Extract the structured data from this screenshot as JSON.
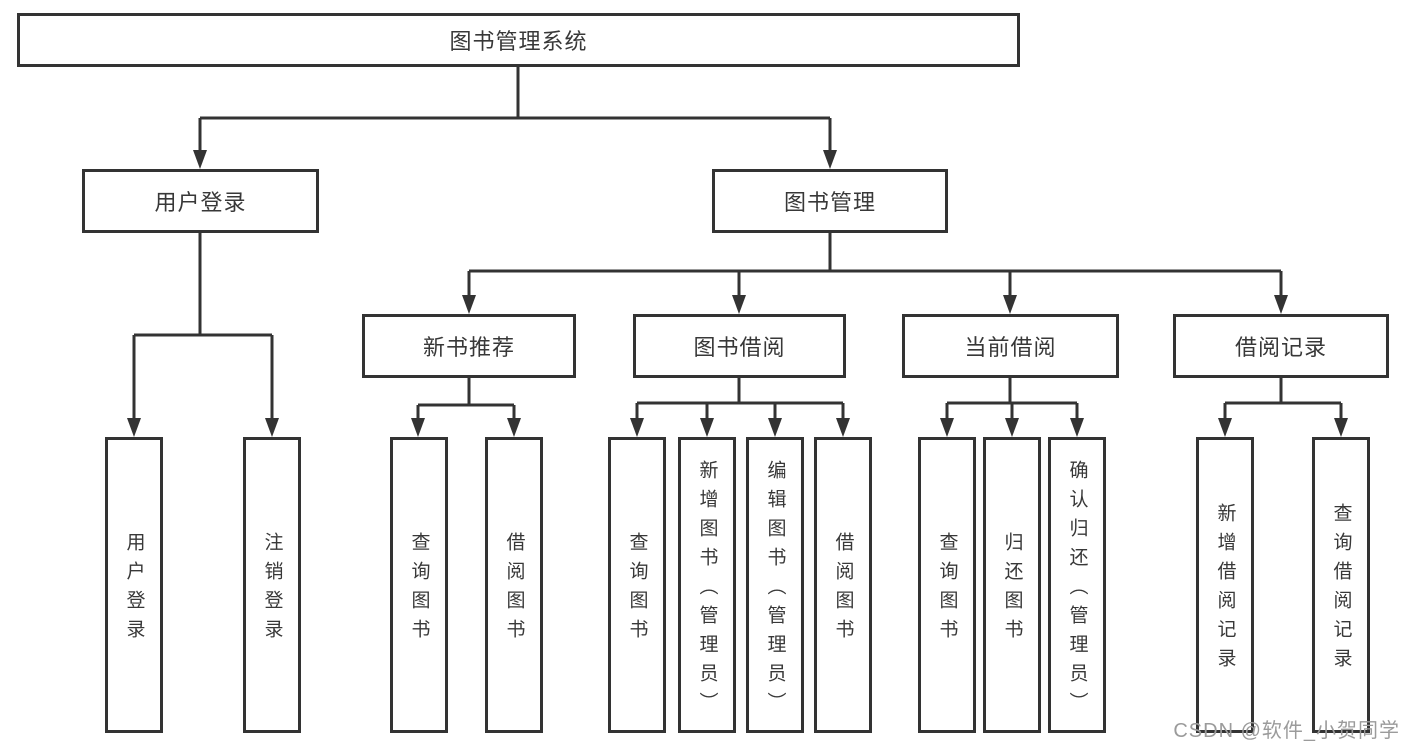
{
  "diagram": {
    "root": {
      "label": "图书管理系统"
    },
    "branches": [
      {
        "label": "用户登录",
        "leaves": [
          {
            "label": "用户登录"
          },
          {
            "label": "注销登录"
          }
        ]
      },
      {
        "label": "图书管理",
        "sections": [
          {
            "label": "新书推荐",
            "leaves": [
              {
                "label": "查询图书"
              },
              {
                "label": "借阅图书"
              }
            ]
          },
          {
            "label": "图书借阅",
            "leaves": [
              {
                "label": "查询图书"
              },
              {
                "label": "新增图书（管理员）"
              },
              {
                "label": "编辑图书（管理员）"
              },
              {
                "label": "借阅图书"
              }
            ]
          },
          {
            "label": "当前借阅",
            "leaves": [
              {
                "label": "查询图书"
              },
              {
                "label": "归还图书"
              },
              {
                "label": "确认归还（管理员）"
              }
            ]
          },
          {
            "label": "借阅记录",
            "leaves": [
              {
                "label": "新增借阅记录"
              },
              {
                "label": "查询借阅记录"
              }
            ]
          }
        ]
      }
    ]
  },
  "watermark": {
    "text": "CSDN @软件_小贺同学"
  },
  "colors": {
    "line": "#333333",
    "box_border": "#333333",
    "text": "#383838",
    "watermark": "#9b9b9b",
    "background": "#ffffff"
  }
}
